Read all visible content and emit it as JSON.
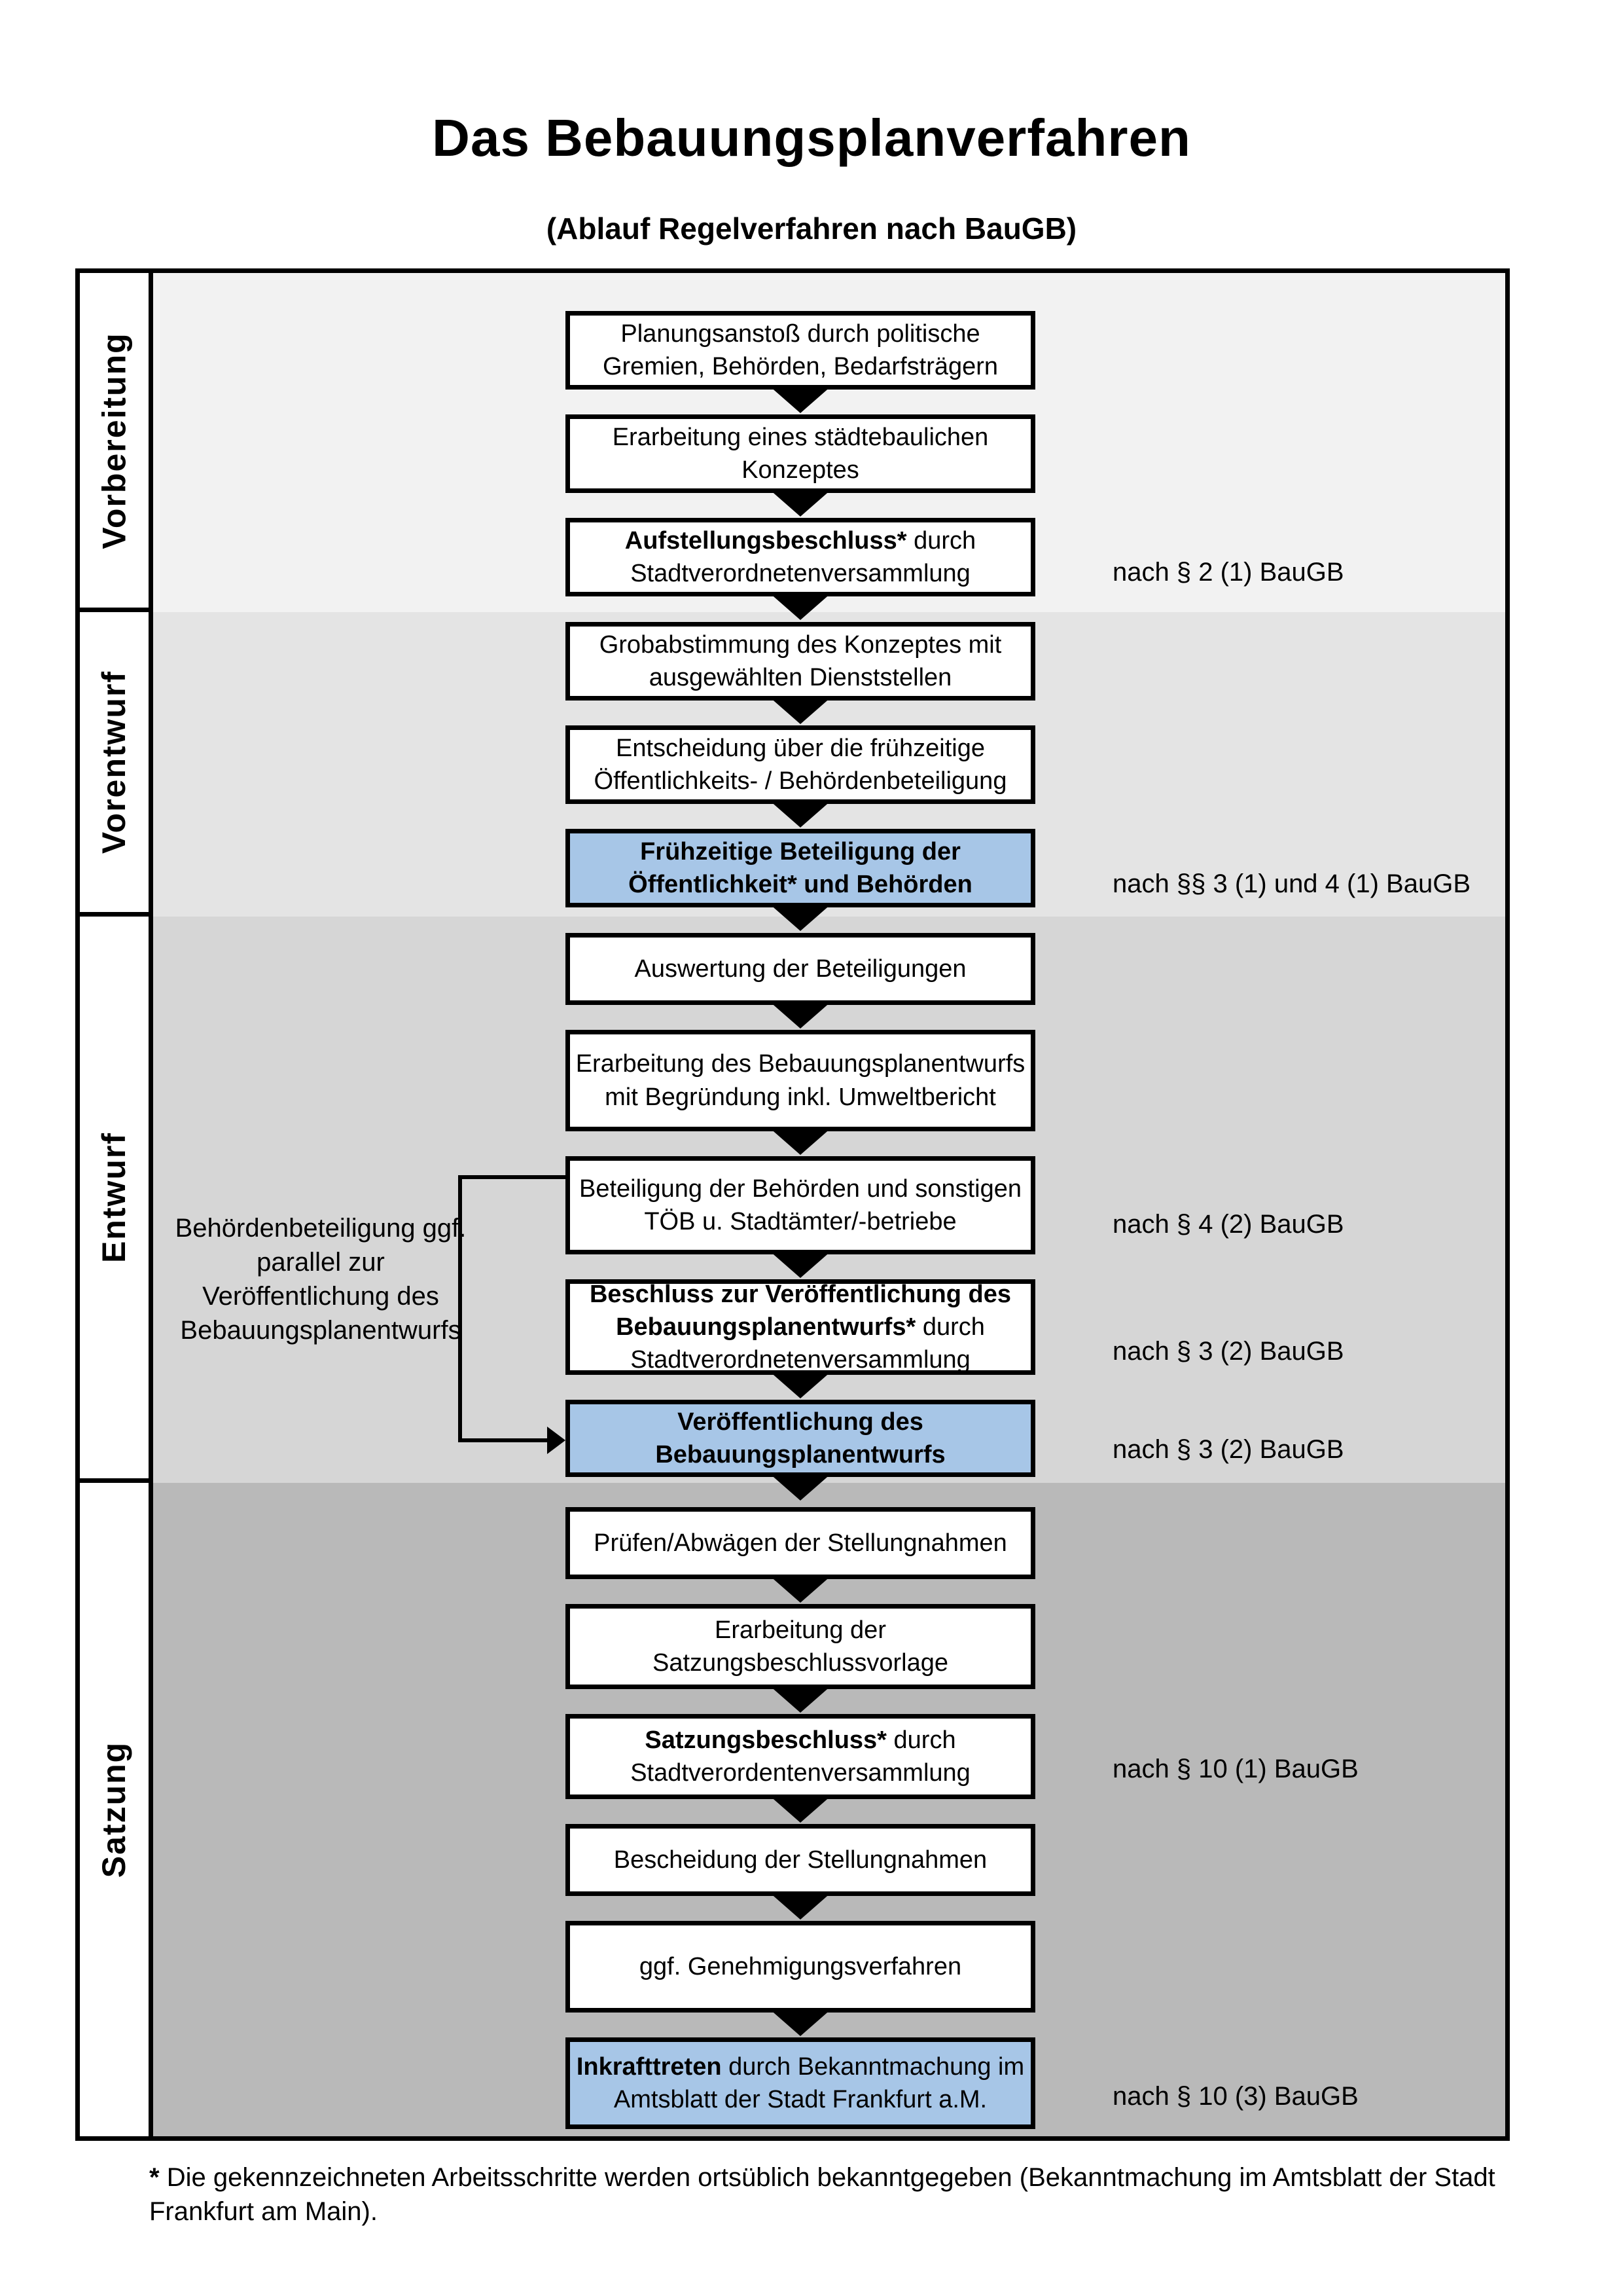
{
  "title": "Das Bebauungsplanverfahren",
  "subtitle": "(Ablauf Regelverfahren nach BauGB)",
  "phases": [
    {
      "label": "Vorbereitung"
    },
    {
      "label": "Vorentwurf"
    },
    {
      "label": "Entwurf"
    },
    {
      "label": "Satzung"
    }
  ],
  "steps": [
    {
      "bold": "",
      "text": "Planungsanstoß durch politische Gremien, Behörden, Bedarfsträgern",
      "highlighted": false
    },
    {
      "bold": "",
      "text": "Erarbeitung eines städtebaulichen Konzeptes",
      "highlighted": false
    },
    {
      "bold": "Aufstellungsbeschluss*",
      "text": " durch Stadtverordnetenversammlung",
      "highlighted": false
    },
    {
      "bold": "",
      "text": "Grobabstimmung des Konzeptes mit ausgewählten Dienststellen",
      "highlighted": false
    },
    {
      "bold": "",
      "text": "Entscheidung über die frühzeitige Öffentlichkeits- / Behördenbeteiligung",
      "highlighted": false
    },
    {
      "bold": "Frühzeitige Beteiligung der Öffentlichkeit* und Behörden",
      "text": "",
      "highlighted": true
    },
    {
      "bold": "",
      "text": "Auswertung der Beteiligungen",
      "highlighted": false
    },
    {
      "bold": "",
      "text": "Erarbeitung des Bebauungsplanentwurfs mit Begründung inkl. Umweltbericht",
      "highlighted": false
    },
    {
      "bold": "",
      "text": "Beteiligung der Behörden und sonstigen TÖB u. Stadtämter/-betriebe",
      "highlighted": false
    },
    {
      "bold": "Beschluss zur Veröffentlichung des Bebauungsplanentwurfs*",
      "text": " durch Stadtverordnetenversammlung",
      "highlighted": false
    },
    {
      "bold": "Veröffentlichung des Bebauungsplanentwurfs",
      "text": "",
      "highlighted": true
    },
    {
      "bold": "",
      "text": "Prüfen/Abwägen der Stellungnahmen",
      "highlighted": false
    },
    {
      "bold": "",
      "text": "Erarbeitung der Satzungsbeschlussvorlage",
      "highlighted": false
    },
    {
      "bold": "Satzungsbeschluss*",
      "text": " durch Stadtverordentenversammlung",
      "highlighted": false
    },
    {
      "bold": "",
      "text": "Bescheidung der Stellungnahmen",
      "highlighted": false
    },
    {
      "bold": "",
      "text": "ggf. Genehmigungsverfahren",
      "highlighted": false
    },
    {
      "bold": "Inkrafttreten",
      "text": " durch Bekanntmachung im Amtsblatt der Stadt Frankfurt a.M.",
      "highlighted": true
    }
  ],
  "references": [
    "nach § 2 (1) BauGB",
    "nach §§ 3 (1) und 4 (1) BauGB",
    "nach § 4 (2) BauGB",
    "nach § 3 (2) BauGB",
    "nach § 3 (2) BauGB",
    "nach § 10 (1) BauGB",
    "nach § 10 (3) BauGB"
  ],
  "side_note": "Behördenbeteiligung ggf. parallel zur Veröffentlichung des Bebauungsplanentwurfs",
  "footnote": {
    "marker": "*",
    "text": " Die gekennzeichneten Arbeitsschritte werden ortsüblich bekanntgegeben (Bekanntmachung im Amtsblatt  der Stadt Frankfurt am Main)."
  },
  "colors": {
    "highlight_blue": "#a7c6e7",
    "phase_backgrounds": [
      "#f2f2f2",
      "#e4e4e4",
      "#d6d6d6",
      "#b9b9b9"
    ],
    "border": "#000000"
  }
}
